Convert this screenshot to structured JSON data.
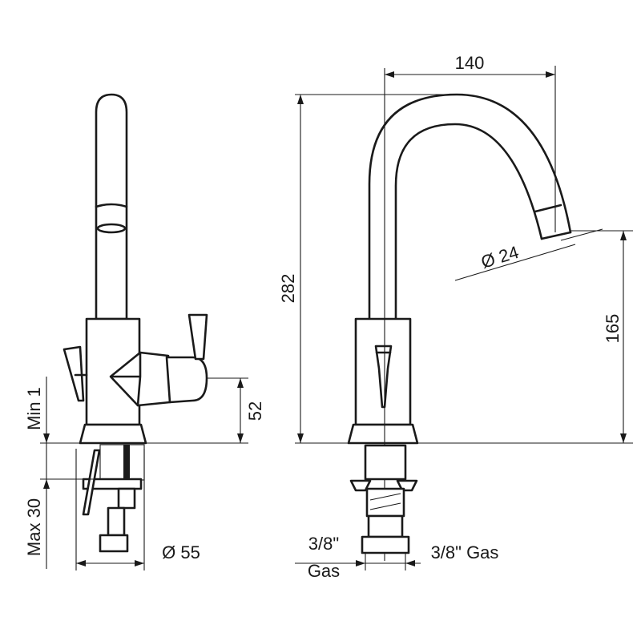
{
  "dimensions": {
    "spout_reach": "140",
    "total_height": "282",
    "spout_height": "165",
    "spout_diameter": "Ø 24",
    "handle_height": "52",
    "min_thickness": "Min 1",
    "max_thickness": "Max 30",
    "base_diameter": "Ø 55",
    "connection_left_line1": "3/8\"",
    "connection_left_line2": "Gas",
    "connection_right": "3/8\" Gas"
  }
}
